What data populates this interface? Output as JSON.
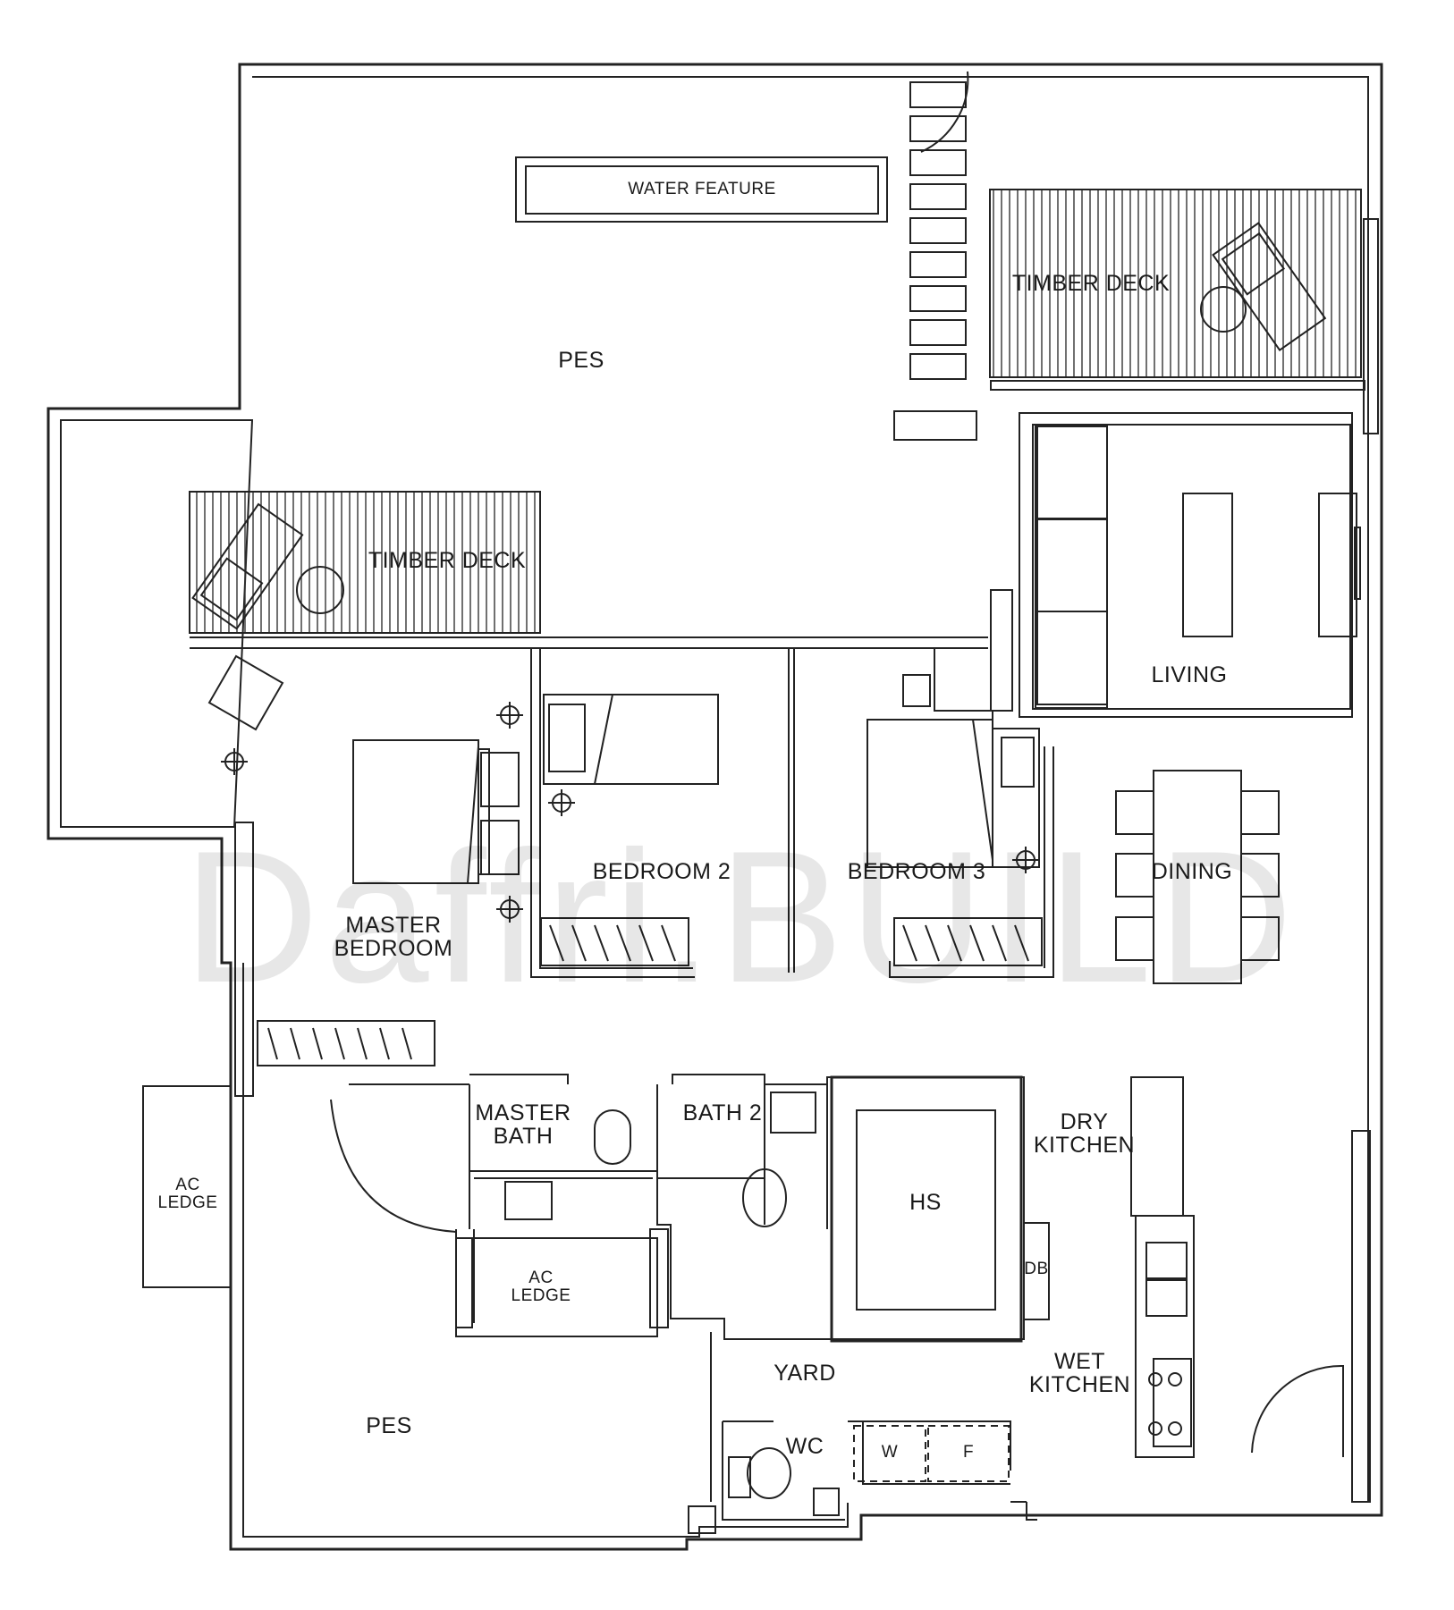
{
  "plan": {
    "watermark": "Daffri.BUILD",
    "rooms": {
      "water_feature": "WATER FEATURE",
      "pes_top": "PES",
      "timber_deck_right": "TIMBER DECK",
      "timber_deck_left": "TIMBER DECK",
      "living": "LIVING",
      "dining": "DINING",
      "bedroom_2": "BEDROOM 2",
      "bedroom_3": "BEDROOM 3",
      "master_bedroom": "MASTER\nBEDROOM",
      "master_bath": "MASTER\nBATH",
      "bath_2": "BATH 2",
      "hs": "HS",
      "dry_kitchen": "DRY\nKITCHEN",
      "db": "DB",
      "ac_ledge_left": "AC LEDGE",
      "ac_ledge_mid": "AC LEDGE",
      "yard": "YARD",
      "wet_kitchen": "WET\nKITCHEN",
      "pes_bottom": "PES",
      "wc": "WC",
      "washer": "W",
      "fridge": "F"
    }
  }
}
